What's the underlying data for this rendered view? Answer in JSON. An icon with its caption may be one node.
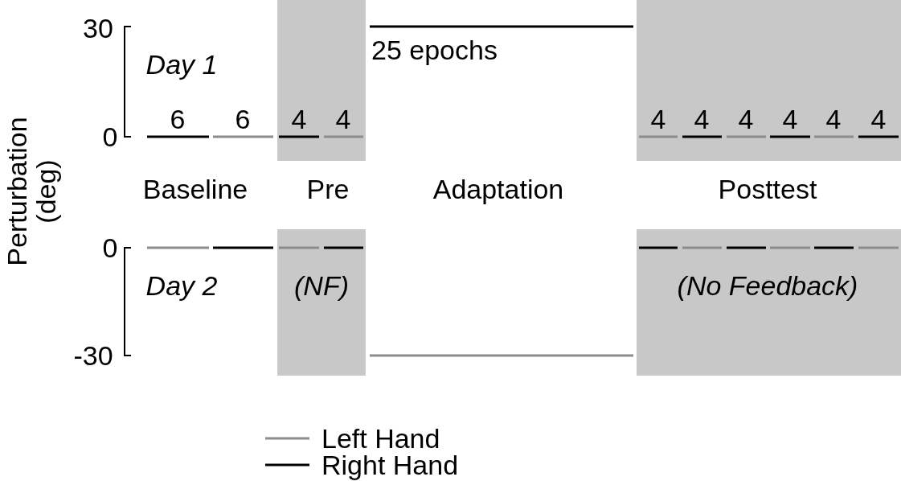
{
  "diagram": {
    "labels": [
      "30",
      "Day 1",
      "6",
      "6",
      "4",
      "4",
      "25 epochs",
      "4",
      "4",
      "4",
      "4",
      "4",
      "4",
      "0",
      "Perturbation (deg)",
      "Baseline",
      "Pre",
      "Adaptation",
      "Posttest",
      "0",
      "Day 2",
      "(NF)",
      "(No Feedback)",
      "-30"
    ],
    "legend": [
      {
        "text": "Left Hand"
      },
      {
        "text": "Right Hand"
      }
    ]
  }
}
